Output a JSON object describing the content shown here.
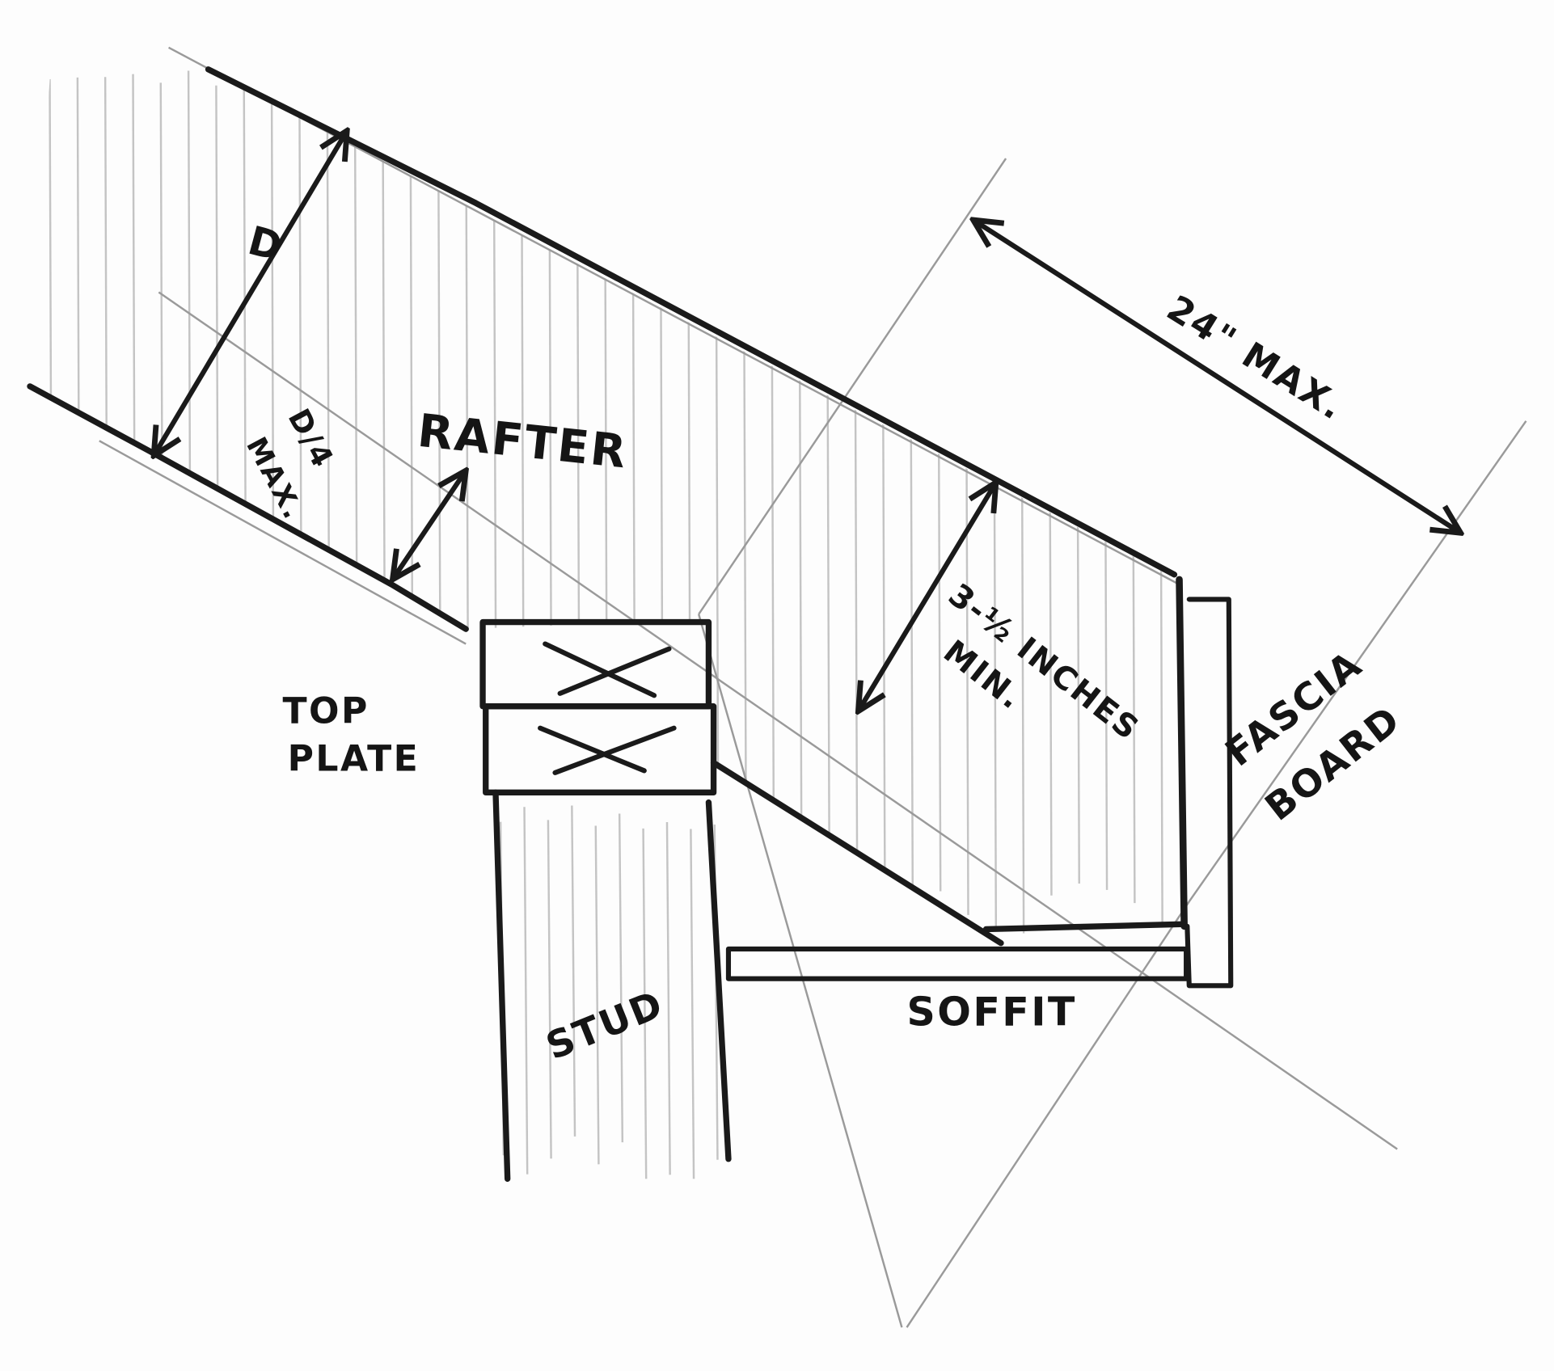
{
  "labels": {
    "depth": "D",
    "notch_depth": "D/4",
    "notch_max": "MAX.",
    "rafter": "RAFTER",
    "top_plate_1": "TOP",
    "top_plate_2": "PLATE",
    "min_depth_1": "3-½ INCHES",
    "min_depth_2": "MIN.",
    "overhang": "24\" MAX.",
    "fascia_1": "FASCIA",
    "fascia_2": "BOARD",
    "soffit": "SOFFIT",
    "stud": "STUD"
  },
  "colors": {
    "ink": "#1a1a1a",
    "pencil": "#9a9a9a",
    "shading": "#c4c4c4"
  }
}
